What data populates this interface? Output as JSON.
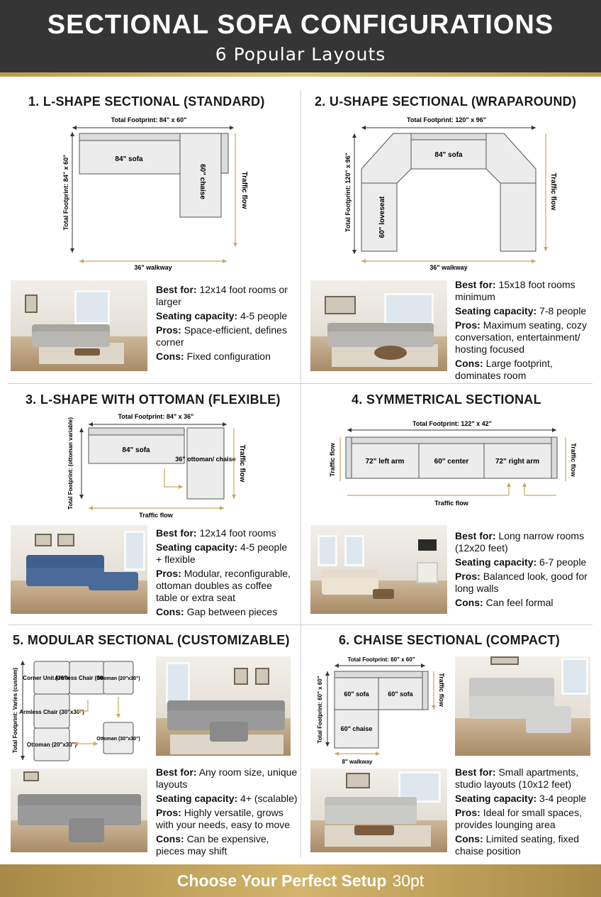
{
  "header": {
    "title": "SECTIONAL SOFA CONFIGURATIONS",
    "subtitle": "6 Popular Layouts"
  },
  "sections": [
    {
      "title": "1. L-SHAPE SECTIONAL (STANDARD)",
      "diagram": {
        "footprint": "Total Footprint: 84\" x 60\"",
        "footprint_side": "Total Footprint: 84\" x 60\"",
        "piece1": "84\" sofa",
        "piece2": "60\" chaise",
        "traffic": "Traffic flow",
        "walkway": "36\" walkway"
      },
      "best_for_label": "Best for:",
      "best_for": "12x14 foot rooms or larger",
      "capacity_label": "Seating capacity:",
      "capacity": "4-5 people",
      "pros_label": "Pros:",
      "pros": "Space-efficient, defines corner",
      "cons_label": "Cons:",
      "cons": "Fixed configuration"
    },
    {
      "title": "2. U-SHAPE SECTIONAL (WRAPAROUND)",
      "diagram": {
        "footprint": "Total Footprint: 120\" x 96\"",
        "footprint_side": "Total Footprint: 120\" x 96\"",
        "piece1": "84\" sofa",
        "piece2": "60\" loveseat",
        "traffic": "Traffic flow",
        "walkway": "36\" walkway"
      },
      "best_for_label": "Best for:",
      "best_for": "15x18 foot rooms minimum",
      "capacity_label": "Seating capacity:",
      "capacity": "7-8 people",
      "pros_label": "Pros:",
      "pros": "Maximum seating, cozy conversation, entertainment/ hosting focused",
      "cons_label": "Cons:",
      "cons": "Large footprint, dominates room"
    },
    {
      "title": "3. L-SHAPE WITH OTTOMAN (FLEXIBLE)",
      "diagram": {
        "footprint": "Total Footprint: 84\" x 36\"",
        "footprint_side": "Total Footprint: (ottoman variable)",
        "piece1": "84\" sofa",
        "piece2": "36\" ottoman/ chaise",
        "traffic": "Traffic flow",
        "walkway": "Traffic flow"
      },
      "best_for_label": "Best for:",
      "best_for": "12x14 foot rooms",
      "capacity_label": "Seating capacity:",
      "capacity": "4-5 people + flexible",
      "pros_label": "Pros:",
      "pros": "Modular, reconfigurable, ottoman doubles as coffee table or extra seat",
      "cons_label": "Cons:",
      "cons": "Gap between pieces"
    },
    {
      "title": "4. SYMMETRICAL SECTIONAL",
      "diagram": {
        "footprint": "Total Footprint: 122\" x 42\"",
        "piece1": "72\" left arm",
        "piece2": "60\" center",
        "piece3": "72\" right arm",
        "traffic": "Traffic flow",
        "walkway": "Traffic flow"
      },
      "best_for_label": "Best for:",
      "best_for": "Long narrow rooms (12x20 feet)",
      "capacity_label": "Seating capacity:",
      "capacity": "6-7 people",
      "pros_label": "Pros:",
      "pros": "Balanced look, good for long walls",
      "cons_label": "Cons:",
      "cons": "Can feel formal"
    },
    {
      "title": "5. MODULAR SECTIONAL (CUSTOMIZABLE)",
      "diagram": {
        "footprint_side": "Total Footprint: Varies (custom)",
        "piece1": "Corner Unit (36\"x36\")",
        "piece2": "Armless Chair (30\"x35\")",
        "piece3": "Ottoman (20\"x30\")",
        "piece4": "Armless Chair (30\"x30\")",
        "piece5": "Ottoman (30\"x30\")",
        "piece6": "Ottoman (20\"x30\")"
      },
      "best_for_label": "Best for:",
      "best_for": "Any room size, unique layouts",
      "capacity_label": "Seating capacity:",
      "capacity": "4+ (scalable)",
      "pros_label": "Pros:",
      "pros": "Highly versatile, grows with your needs, easy to move",
      "cons_label": "Cons:",
      "cons": "Can be expensive, pieces may shift"
    },
    {
      "title": "6. CHAISE SECTIONAL (COMPACT)",
      "diagram": {
        "footprint": "Total Footprint: 60\" x 60\"",
        "footprint_side": "Total Footprint: 60\" x 60\"",
        "piece1": "60\" sofa",
        "piece2": "60\" sofa",
        "piece3": "60\" chaise",
        "traffic": "Traffic flow",
        "walkway": "8\" walkway"
      },
      "best_for_label": "Best for:",
      "best_for": "Small apartments, studio layouts (10x12 feet)",
      "capacity_label": "Seating capacity:",
      "capacity": "3-4 people",
      "pros_label": "Pros:",
      "pros": "Ideal for small spaces, provides lounging area",
      "cons_label": "Cons:",
      "cons": "Limited seating, fixed chaise position"
    }
  ],
  "footer": {
    "text": "Choose Your Perfect Setup",
    "size": "30pt"
  },
  "colors": {
    "header_bg": "#353535",
    "gold": "#c9a95c",
    "arrow": "#c9a95c",
    "dim_line": "#333333",
    "sofa_fill": "#ececec"
  }
}
